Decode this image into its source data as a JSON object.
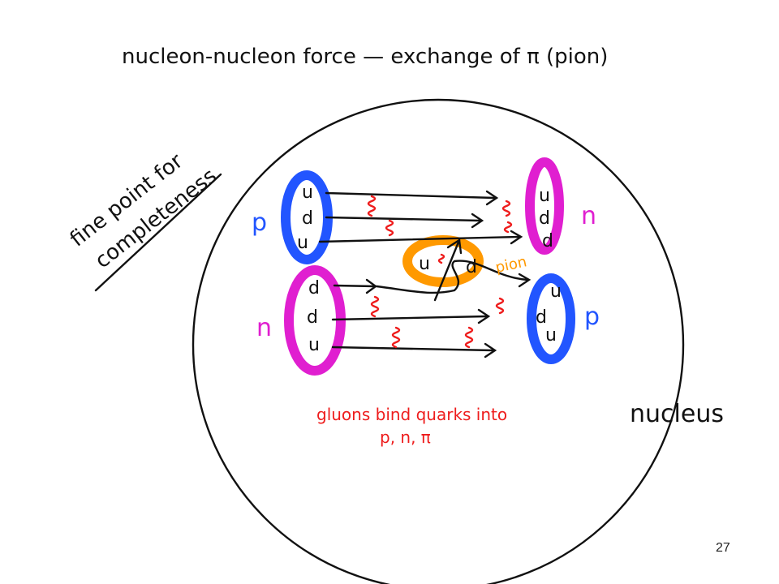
{
  "title": "nucleon-nucleon force — exchange of π (pion)",
  "side_note": [
    "fine point for",
    "completeness"
  ],
  "nucleons": [
    {
      "label": "p",
      "quarks": [
        "u",
        "d",
        "u"
      ],
      "color": "#2255ff"
    },
    {
      "label": "n",
      "quarks": [
        "u",
        "d",
        "d"
      ],
      "color": "#e01fd0"
    },
    {
      "label": "n",
      "quarks": [
        "d",
        "d",
        "u"
      ],
      "color": "#e01fd0"
    },
    {
      "label": "p",
      "quarks": [
        "u",
        "d",
        "u"
      ],
      "color": "#2255ff"
    }
  ],
  "pion": {
    "label": "pion",
    "quarks": [
      "u",
      "d"
    ],
    "color": "#ff9900"
  },
  "gluon_note": [
    "gluons bind quarks into",
    "p, n, π"
  ],
  "nucleus_label": "nucleus",
  "page_number": "27",
  "colors": {
    "proton": "#2255ff",
    "neutron": "#e01fd0",
    "pion": "#ff9900",
    "gluon": "#ee1c1c",
    "ink": "#111111"
  }
}
